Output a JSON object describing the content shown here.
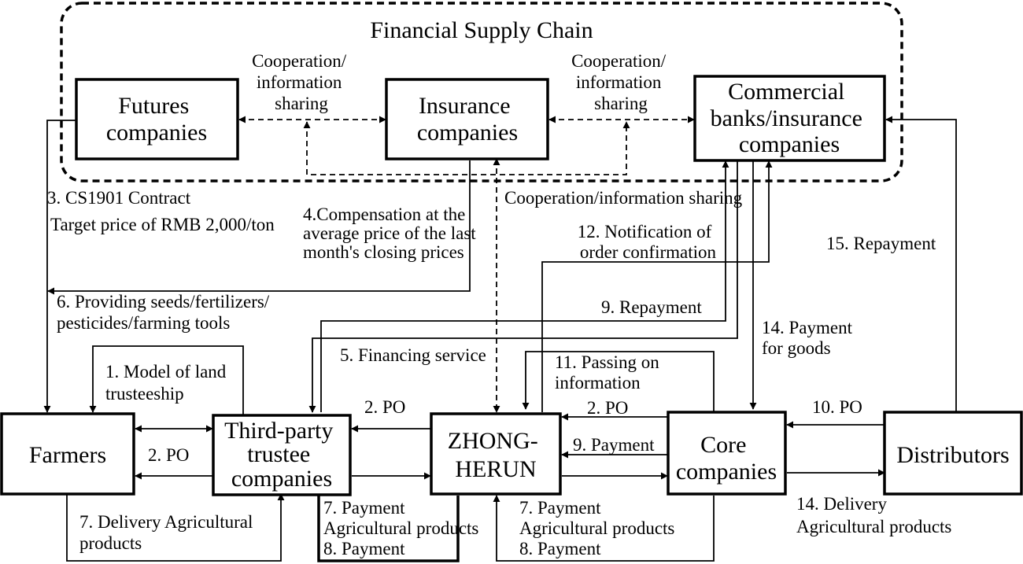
{
  "title": "Financial Supply Chain",
  "boxes": {
    "futures": [
      "Futures",
      "companies"
    ],
    "insurance": [
      "Insurance",
      "companies"
    ],
    "banks": [
      "Commercial",
      "banks/insurance",
      "companies"
    ],
    "farmers": [
      "Farmers"
    ],
    "trustee": [
      "Third-party",
      "trustee",
      "companies"
    ],
    "zhongherun": [
      "ZHONG-",
      "HERUN"
    ],
    "core": [
      "Core",
      "companies"
    ],
    "distributors": [
      "Distributors"
    ]
  },
  "labels": {
    "coop_left": [
      "Cooperation/",
      "information",
      "sharing"
    ],
    "coop_right": [
      "Cooperation/",
      "information",
      "sharing"
    ],
    "coop_bottom": "Cooperation/information sharing",
    "contract": [
      "3. CS1901 Contract",
      "Target price of RMB 2,000/ton"
    ],
    "compensation": [
      "4.Compensation at the",
      "average price of the last",
      "month's closing prices"
    ],
    "providing": [
      "6. Providing seeds/fertilizers/",
      "pesticides/farming tools"
    ],
    "notification": [
      "12. Notification of",
      "order confirmation"
    ],
    "repayment15": "15. Repayment",
    "repayment9": "9. Repayment",
    "payment14": [
      "14. Payment",
      "for goods"
    ],
    "model": [
      "1. Model of land",
      "trusteeship"
    ],
    "financing": "5. Financing service",
    "passing": [
      "11. Passing on",
      "information"
    ],
    "po_farm": "2. PO",
    "po_trustee": "2. PO",
    "po_zh": "2. PO",
    "payment9": "9. Payment",
    "po10": "10. PO",
    "delivery_farm": [
      "7. Delivery Agricultural",
      "products"
    ],
    "trustee_zh_bottom": [
      "7. Payment",
      "Agricultural products",
      "8. Payment"
    ],
    "zh_core_bottom": [
      "7. Payment",
      "Agricultural products",
      "8. Payment"
    ],
    "delivery14": [
      "14. Delivery",
      "Agricultural products"
    ]
  }
}
